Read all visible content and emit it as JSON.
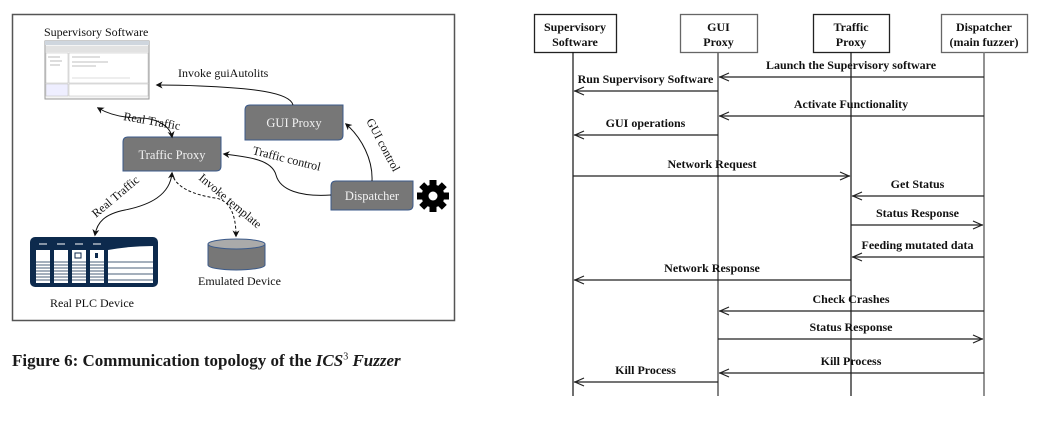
{
  "figure6": {
    "caption": {
      "prefix": "Figure 6: Communication topology of the ",
      "name": "ICS",
      "superscript": "3",
      "suffix": "Fuzzer"
    },
    "nodes": {
      "supervisory_software": "Supervisory Software",
      "gui_proxy": "GUI Proxy",
      "traffic_proxy": "Traffic Proxy",
      "dispatcher": "Dispatcher",
      "plc": "Real PLC Device",
      "emulated": "Emulated Device"
    },
    "edges": {
      "invoke_gui": "Invoke guiAutolits",
      "real_traffic_top": "Real Traffic",
      "traffic_control": "Traffic control",
      "gui_control": "GUI control",
      "real_traffic_bottom": "Real Traffic",
      "invoke_template": "Invoke template"
    },
    "icons": {
      "gear": "gear-icon"
    }
  },
  "sequence": {
    "lifelines": [
      {
        "line1": "Supervisory",
        "line2": "Software"
      },
      {
        "line1": "GUI",
        "line2": "Proxy"
      },
      {
        "line1": "Traffic",
        "line2": "Proxy"
      },
      {
        "line1": "Dispatcher",
        "line2": "(main fuzzer)"
      }
    ],
    "messages": [
      {
        "label": "Launch the Supervisory software",
        "from": 3,
        "to": 1
      },
      {
        "label": "Run Supervisory Software",
        "from": 1,
        "to": 0
      },
      {
        "label": "Activate Functionality",
        "from": 3,
        "to": 1
      },
      {
        "label": "GUI operations",
        "from": 1,
        "to": 0
      },
      {
        "label": "Network Request",
        "from": 0,
        "to": 2
      },
      {
        "label": "Get Status",
        "from": 3,
        "to": 2
      },
      {
        "label": "Status Response",
        "from": 2,
        "to": 3
      },
      {
        "label": "Feeding mutated data",
        "from": 3,
        "to": 2
      },
      {
        "label": "Network Response",
        "from": 2,
        "to": 0
      },
      {
        "label": "Check Crashes",
        "from": 3,
        "to": 1
      },
      {
        "label": "Status Response",
        "from": 1,
        "to": 3
      },
      {
        "label": "Kill Process",
        "from": 3,
        "to": 1
      },
      {
        "label": "Kill Process",
        "from": 1,
        "to": 0
      }
    ]
  }
}
